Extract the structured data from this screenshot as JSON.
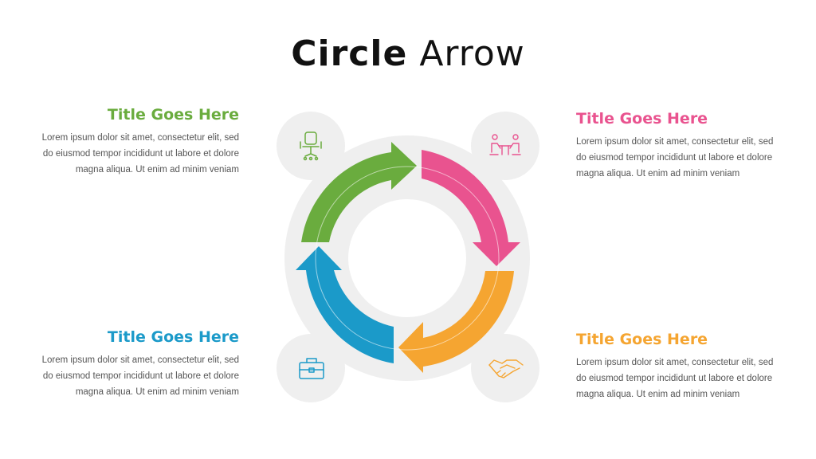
{
  "header": {
    "title_bold": "Circle",
    "title_light": "Arrow"
  },
  "items": [
    {
      "title": "Title Goes Here",
      "text": "Lorem ipsum dolor sit amet, consectetur  elit, sed do eiusmod tempor incididunt ut labore et dolore magna aliqua. Ut enim ad minim veniam",
      "color": "#6aac3e",
      "icon": "office-chair-icon"
    },
    {
      "title": "Title Goes Here",
      "text": "Lorem ipsum dolor sit amet, consectetur  elit, sed do eiusmod tempor incididunt ut labore et dolore magna aliqua. Ut enim ad minim veniam",
      "color": "#e9538f",
      "icon": "meeting-icon"
    },
    {
      "title": "Title Goes Here",
      "text": "Lorem ipsum dolor sit amet, consectetur  elit, sed do eiusmod tempor incididunt ut labore et dolore magna aliqua. Ut enim ad minim veniam",
      "color": "#f5a531",
      "icon": "handshake-icon"
    },
    {
      "title": "Title Goes Here",
      "text": "Lorem ipsum dolor sit amet, consectetur  elit, sed do eiusmod tempor incididunt ut labore et dolore magna aliqua. Ut enim ad minim veniam",
      "color": "#1b9ac9",
      "icon": "briefcase-icon"
    }
  ],
  "colors": {
    "backdrop": "#efefef"
  }
}
